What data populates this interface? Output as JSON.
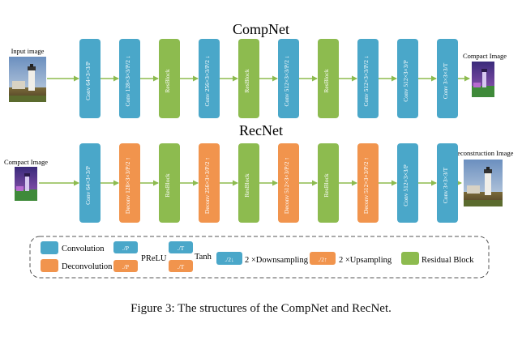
{
  "compnet": {
    "title": "CompNet",
    "input_label": "Input image",
    "output_label": "Compact Image",
    "blocks": [
      {
        "type": "conv",
        "label": "Conv  64×3×3/P"
      },
      {
        "type": "conv",
        "label": "Conv  128×3×3/P/2 ↓"
      },
      {
        "type": "res",
        "label": "ResBlock"
      },
      {
        "type": "conv",
        "label": "Conv  256×3×3/P/2 ↓"
      },
      {
        "type": "res",
        "label": "ResBlock"
      },
      {
        "type": "conv",
        "label": "Conv  512×3×3/P/2 ↓"
      },
      {
        "type": "res",
        "label": "ResBlock"
      },
      {
        "type": "conv",
        "label": "Conv  512×3×3/P/2 ↓"
      },
      {
        "type": "conv",
        "label": "Conv  512×3×3/P"
      },
      {
        "type": "conv",
        "label": "Conv  3×3×3/T"
      }
    ]
  },
  "recnet": {
    "title": "RecNet",
    "input_label": "Compact Image",
    "output_label": "Reconstruction Image",
    "blocks": [
      {
        "type": "conv",
        "label": "Conv  64×3×3/P"
      },
      {
        "type": "deconv",
        "label": "Deconv  128×3×3/P/2 ↑"
      },
      {
        "type": "res",
        "label": "ResBlock"
      },
      {
        "type": "deconv",
        "label": "Deconv  256×3×3/P/2 ↑"
      },
      {
        "type": "res",
        "label": "ResBlock"
      },
      {
        "type": "deconv",
        "label": "Deconv  512×3×3/P/2 ↑"
      },
      {
        "type": "res",
        "label": "ResBlock"
      },
      {
        "type": "deconv",
        "label": "Deconv  512×3×3/P/2 ↑"
      },
      {
        "type": "conv",
        "label": "Conv  512×3×3/P"
      },
      {
        "type": "conv",
        "label": "Conv  3×3×3/T"
      }
    ]
  },
  "legend": {
    "convolution": "Convolution",
    "deconvolution": "Deconvolution",
    "prelu": "PReLU",
    "tanh": "Tanh",
    "p_chip": "./P",
    "t_chip": "./T",
    "down_chip": "./2↓",
    "up_chip": "./2↑",
    "downsampling": "2 ×Downsampling",
    "upsampling": "2 ×Upsampling",
    "residual": "Residual Block"
  },
  "colors": {
    "conv": "#4aa7c9",
    "deconv": "#f1944d",
    "res": "#8dbb4f",
    "arrow": "#8dbb4f"
  },
  "caption": "Figure 3: The structures of the CompNet and RecNet."
}
